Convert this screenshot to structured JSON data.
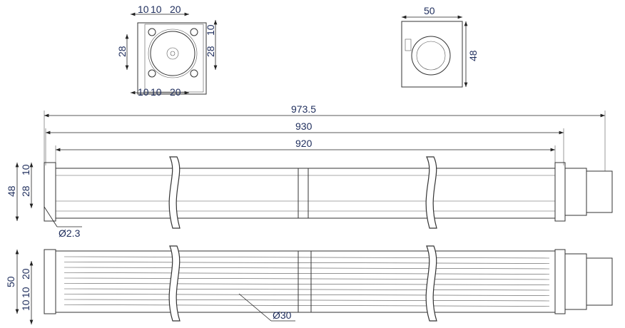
{
  "drawing": {
    "title": "Cross flow fan dimension drawing",
    "front_view": {
      "top": [
        "10",
        "10",
        "20"
      ],
      "bottom": [
        "10",
        "10",
        "20"
      ],
      "left": "28",
      "right_top": "10",
      "right": "28"
    },
    "side_view": {
      "width": "50",
      "height": "48"
    },
    "lengths": {
      "overall": "973.5",
      "mount": "930",
      "impeller": "920"
    },
    "top_fan": {
      "height": "48",
      "upper": "10",
      "holes": "28",
      "hole_dia": "Ø2.3"
    },
    "bottom_fan": {
      "height": "50",
      "upper": "20",
      "mid": "10",
      "low": "10",
      "impeller_dia": "Ø30"
    }
  }
}
